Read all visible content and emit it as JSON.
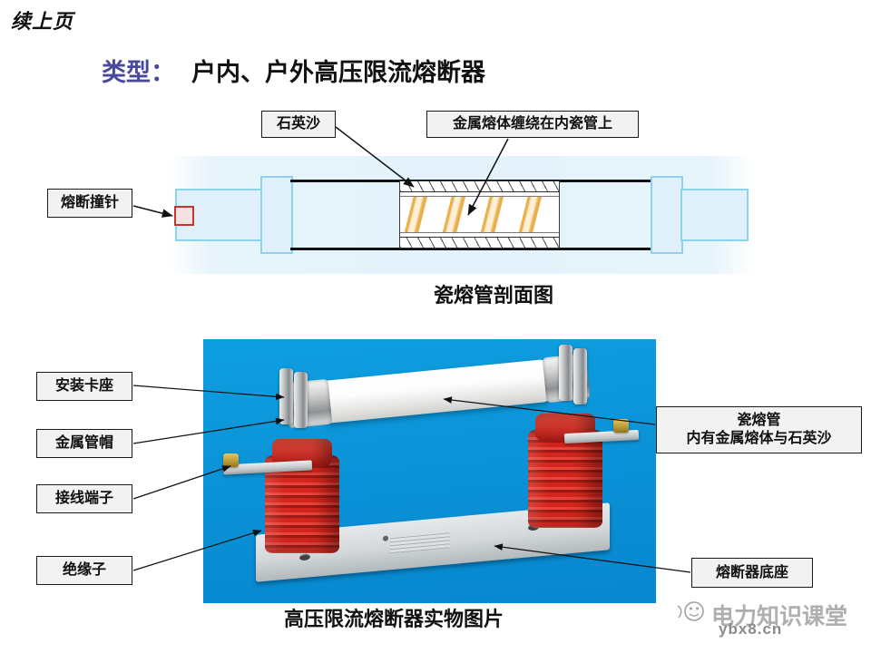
{
  "slide": {
    "continuation_note": "续上页",
    "title_key": "类型：",
    "title_value": "户内、户外高压限流熔断器"
  },
  "cross_section": {
    "caption": "瓷熔管剖面图",
    "labels": {
      "quartz_sand": "石英沙",
      "fuse_element": "金属熔体缠绕在内瓷管上",
      "striker_pin": "熔断撞针"
    }
  },
  "photo": {
    "caption": "高压限流熔断器实物图片",
    "labels": {
      "mounting_clip": "安装卡座",
      "metal_cap": "金属管帽",
      "terminal": "接线端子",
      "insulator": "绝缘子",
      "fuse_tube_line1": "瓷熔管",
      "fuse_tube_line2": "内有金属熔体与石英沙",
      "fuse_base": "熔断器底座"
    }
  },
  "watermark": {
    "brand": "电力知识课堂",
    "url": "ybx8.cn",
    "logo_icon": "smiley-circle-icon"
  },
  "colors": {
    "title_accent": "#4a4a9c",
    "panel_blue": "#e3f2fb",
    "panel_border": "#8fd2ec",
    "striker_red": "#c0392b",
    "fuse_element_orange": "#e6a83c",
    "photo_background": "#0b93d8",
    "insulator_red": "#c01f18"
  }
}
